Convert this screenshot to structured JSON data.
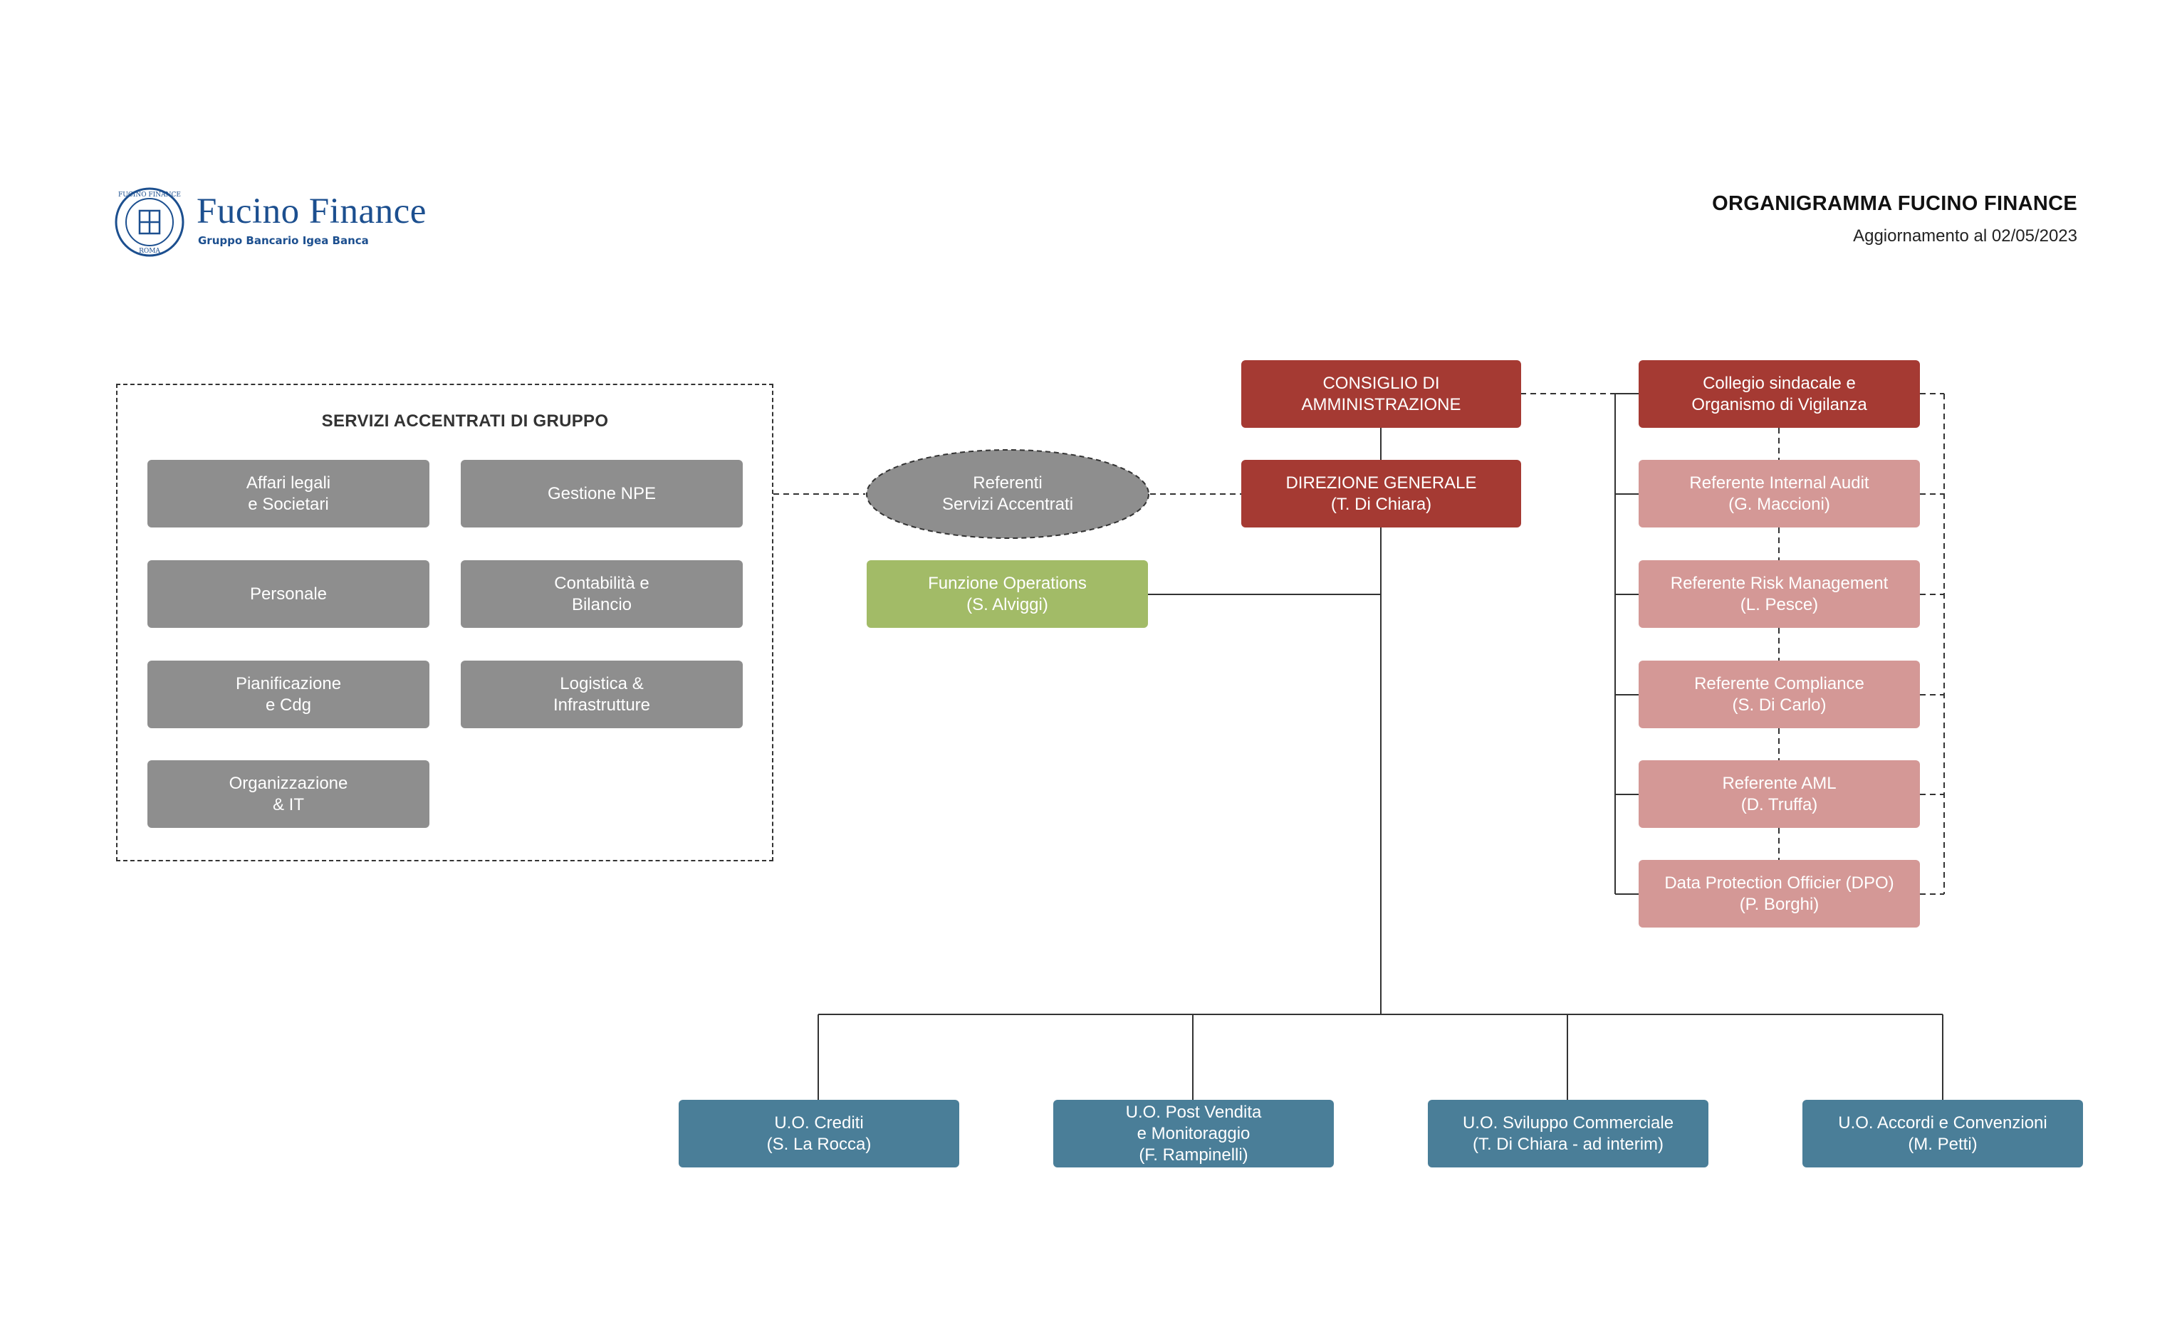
{
  "brand": {
    "name": "Fucino Finance",
    "subtitle": "Gruppo Bancario Igea Banca",
    "seal_text_top": "FUCINO FINANCE",
    "seal_text_bottom": "ROMA",
    "color": "#1c4f8f"
  },
  "header": {
    "title": "ORGANIGRAMMA FUCINO FINANCE",
    "subtitle": "Aggiornamento al 02/05/2023"
  },
  "group_services": {
    "title": "SERVIZI ACCENTRATI DI GRUPPO",
    "items": [
      "Affari legali\ne Societari",
      "Gestione NPE",
      "Personale",
      "Contabilità e\nBilancio",
      "Pianificazione\ne Cdg",
      "Logistica &\nInfrastrutture",
      "Organizzazione\n& IT"
    ]
  },
  "referents_node": "Referenti\nServizi Accentrati",
  "operations_node": "Funzione Operations\n(S. Alviggi)",
  "board_node": "CONSIGLIO DI\nAMMINISTRAZIONE",
  "general_management_node": "DIREZIONE GENERALE\n(T. Di Chiara)",
  "control_bodies": {
    "head": "Collegio sindacale e\nOrganismo di Vigilanza",
    "items": [
      "Referente Internal Audit\n(G. Maccioni)",
      "Referente Risk Management\n(L. Pesce)",
      "Referente Compliance\n(S. Di Carlo)",
      "Referente AML\n(D. Truffa)",
      "Data Protection Officier (DPO)\n(P. Borghi)"
    ]
  },
  "units": [
    "U.O. Crediti\n(S. La Rocca)",
    "U.O. Post Vendita\ne Monitoraggio\n(F. Rampinelli)",
    "U.O. Sviluppo Commerciale\n(T. Di Chiara - ad interim)",
    "U.O. Accordi e Convenzioni\n(M. Petti)"
  ],
  "colors": {
    "services": "#8e8e8e",
    "governance": "#a53a33",
    "control": "#d49896",
    "operations": "#a2bb67",
    "units": "#4a7e98"
  }
}
